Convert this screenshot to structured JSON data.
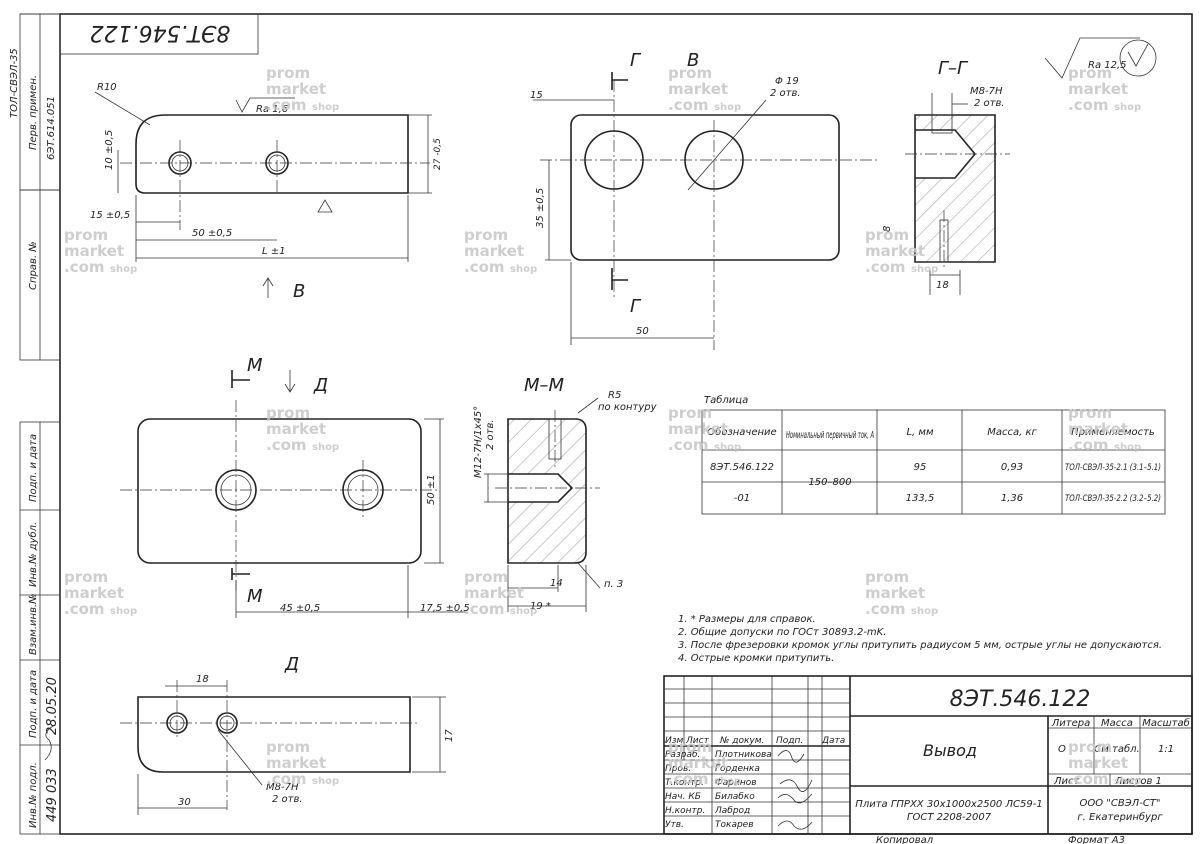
{
  "stamp_top": "8ЭТ.546.122",
  "side": {
    "v1": "ТОЛ-СВЭЛ-35",
    "perv": "Перв. примен.",
    "perv_num": "6ЭТ.614.051",
    "sprav": "Справ. №",
    "podp_data": "Подп. и дата",
    "inv_dubl": "Инв.№ дубл.",
    "vzam": "Взам.инв.№",
    "podp_data2": "Подп. и дата",
    "inv_podl": "Инв.№ подл.",
    "date_hand": "28.05.20",
    "inv_hand": "449 033"
  },
  "view1": {
    "r10": "R10",
    "ra": "Ra 1,6",
    "d10": "10 ±0,5",
    "d27": "27 -0,5",
    "d15": "15 ±0,5",
    "d50": "50 ±0,5",
    "dL": "L ±1",
    "arrow": "B"
  },
  "view2": {
    "label": "В",
    "sec": "Г",
    "phi": "Φ 19",
    "otv": "2 отв.",
    "d15": "15",
    "d35": "35 ±0,5",
    "d50": "50"
  },
  "view3": {
    "label": "Г–Г",
    "m8": "M8-7H",
    "otv": "2 отв.",
    "d8": "8",
    "d18": "18"
  },
  "roughness": "Ra 12,5",
  "view4": {
    "m": "М",
    "d": "Д",
    "d50": "50 ±1",
    "d45": "45 ±0,5",
    "d17": "17,5 ±0,5",
    "m12": "M12-7H/1x45°",
    "otv": "2 отв."
  },
  "view5": {
    "label": "М–М",
    "r5": "R5",
    "kont": "по контуру",
    "d14": "14",
    "d19": "19 *",
    "p3": "п. 3"
  },
  "view6": {
    "label": "Д",
    "d18": "18",
    "d17": "17",
    "d30": "30",
    "m8": "M8-7H",
    "otv": "2 отв."
  },
  "table": {
    "caption": "Таблица",
    "headers": [
      "Обозначение",
      "Номинальный первичный ток, А",
      "L, мм",
      "Масса, кг",
      "Применяемость"
    ],
    "rows": [
      [
        "8ЭТ.546.122",
        "150–800",
        "95",
        "0,93",
        "ТОЛ-СВЭЛ-35-2.1 (3.1–5.1)"
      ],
      [
        "-01",
        "",
        "133,5",
        "1,36",
        "ТОЛ-СВЭЛ-35-2.2 (3.2–5.2)"
      ]
    ]
  },
  "notes": [
    "1.   * Размеры для справок.",
    "2.   Общие допуски по ГОСт 30893.2-mK.",
    "3.   После фрезеровки кромок углы притупить радиусом 5 мм, острые углы не допускаются.",
    "4.   Острые кромки притупить."
  ],
  "title_block": {
    "code": "8ЭТ.546.122",
    "name": "Вывод",
    "material1": "Плита ГПРХХ 30х1000х2500 ЛС59-1",
    "material2": "ГОСТ 2208-2007",
    "company1": "ООО \"СВЭЛ-СТ\"",
    "company2": "г. Екатеринбург",
    "litera": "Литера",
    "massa": "Масса",
    "masshtab": "Масштаб",
    "lit_val": "О",
    "massa_val": "См.табл.",
    "masshtab_val": "1:1",
    "list": "Лист",
    "listov": "Листов 1",
    "hdr": [
      "Изм",
      "Лист",
      "№ докум.",
      "Подп.",
      "Дата"
    ],
    "roles": [
      "Разраб.",
      "Пров.",
      "Т.контр.",
      "Нач. КБ",
      "Н.контр.",
      "Утв."
    ],
    "names": [
      "Плотникова",
      "Горденка",
      "Фаринов",
      "Билабко",
      "Лаброд",
      "Токарев"
    ],
    "kopiroval": "Копировал",
    "format": "Формат А3"
  },
  "watermark": {
    "w1": "prom",
    "w2": "market",
    "w3": ".com",
    "w4": "shop"
  }
}
